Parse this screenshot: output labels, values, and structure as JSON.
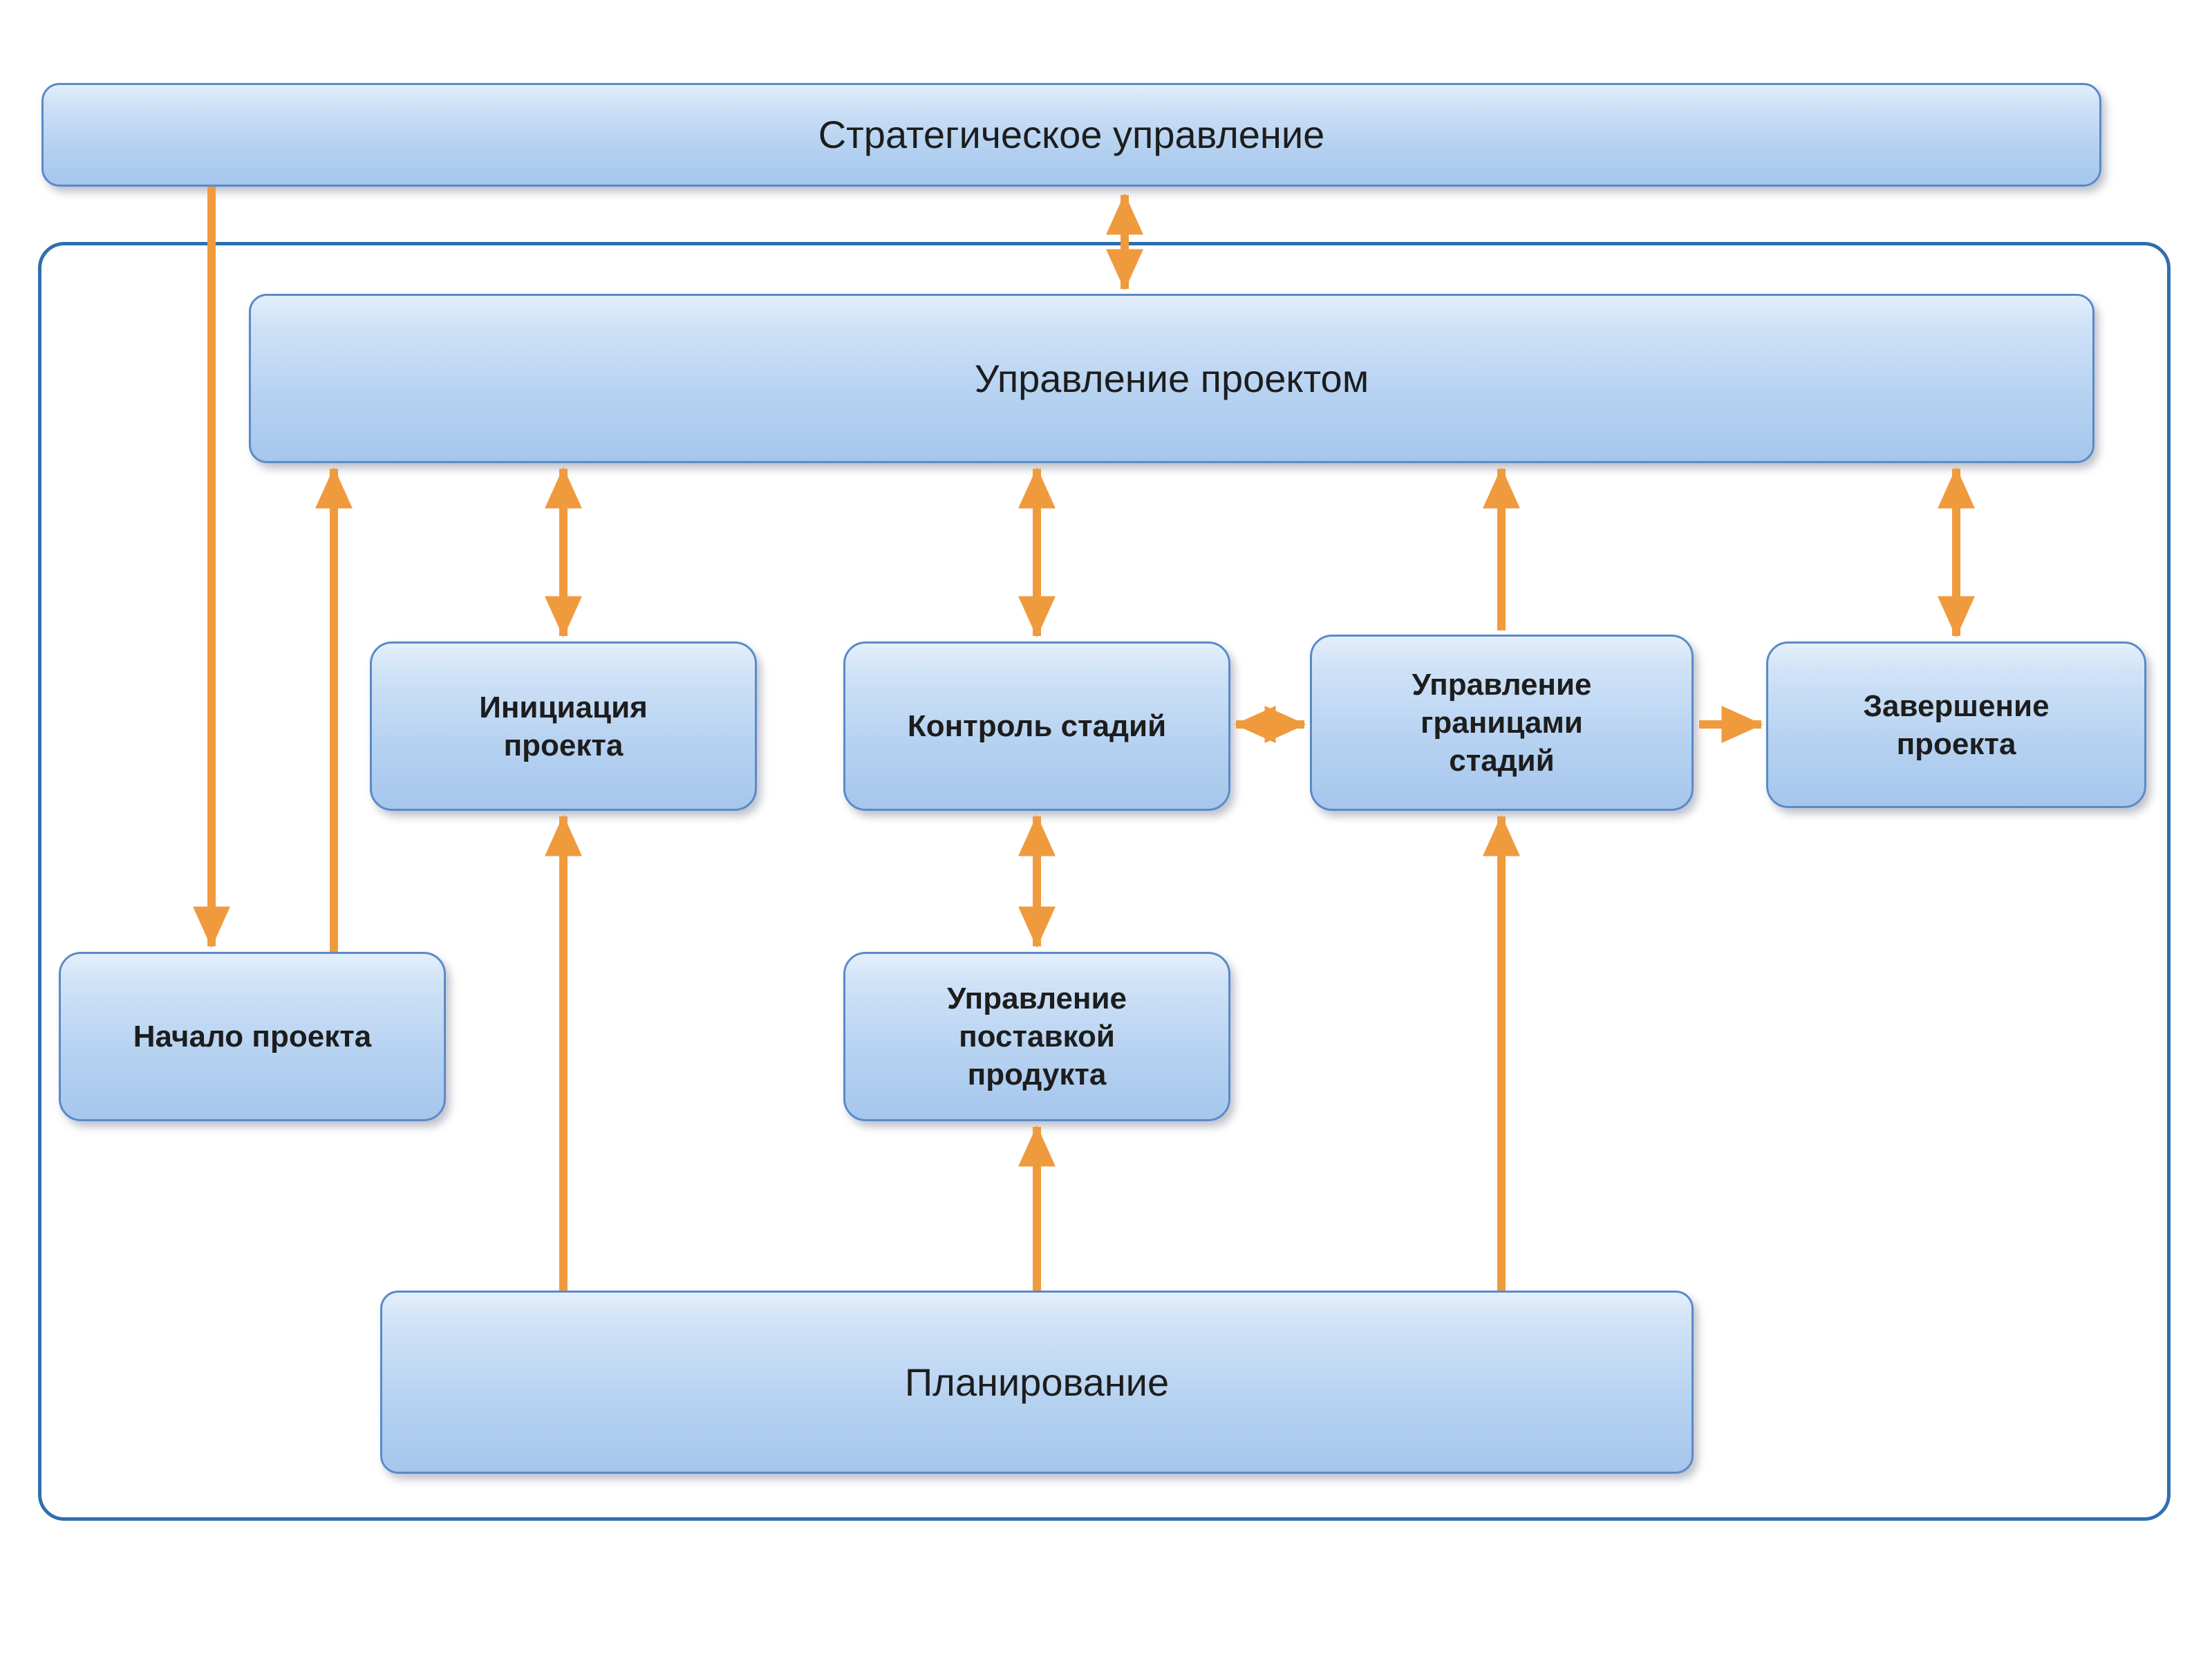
{
  "diagram": {
    "nodes": {
      "strategic": {
        "label": "Стратегическое управление"
      },
      "project_management": {
        "label": "Управление проектом"
      },
      "initiation": {
        "label": "Инициация\nпроекта"
      },
      "stage_control": {
        "label": "Контроль стадий"
      },
      "stage_boundaries": {
        "label": "Управление\nграницами\nстадий"
      },
      "closure": {
        "label": "Завершение\nпроекта"
      },
      "startup": {
        "label": "Начало проекта"
      },
      "product_delivery": {
        "label": "Управление\nпоставкой\nпродукта"
      },
      "planning": {
        "label": "Планирование"
      }
    },
    "colors": {
      "box_fill_top": "#e4effb",
      "box_fill_bottom": "#a6c6ec",
      "box_border": "#5a8ac8",
      "frame_border": "#2f6fad",
      "arrow": "#f09a3e",
      "text": "#1d1d1d"
    }
  }
}
